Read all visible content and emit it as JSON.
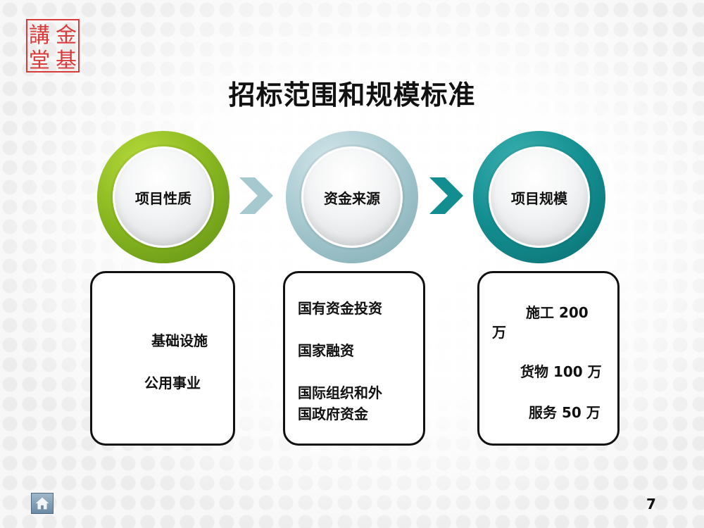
{
  "logo": {
    "text": "金基講堂",
    "color": "#d93a3a"
  },
  "title": "招标范围和规模标准",
  "circles": [
    {
      "label": "项目性质",
      "color": "#8dbb22"
    },
    {
      "label": "资金来源",
      "color": "#a6c8cf"
    },
    {
      "label": "项目规模",
      "color": "#138e90"
    }
  ],
  "arrows": [
    {
      "icon": "chevron-right-icon",
      "color": "#a6c8cf"
    },
    {
      "icon": "chevron-right-icon",
      "color": "#138e90"
    }
  ],
  "boxes": [
    {
      "lines": [
        "基础设施",
        "公用事业"
      ]
    },
    {
      "lines": [
        "国有资金投资",
        "国家融资",
        "国际组织和外",
        "国政府资金"
      ]
    },
    {
      "lines": [
        "施工 200",
        "万",
        "货物 100 万",
        "服务 50 万"
      ]
    }
  ],
  "nav": {
    "home_icon": "home-icon"
  },
  "page_number": "7"
}
